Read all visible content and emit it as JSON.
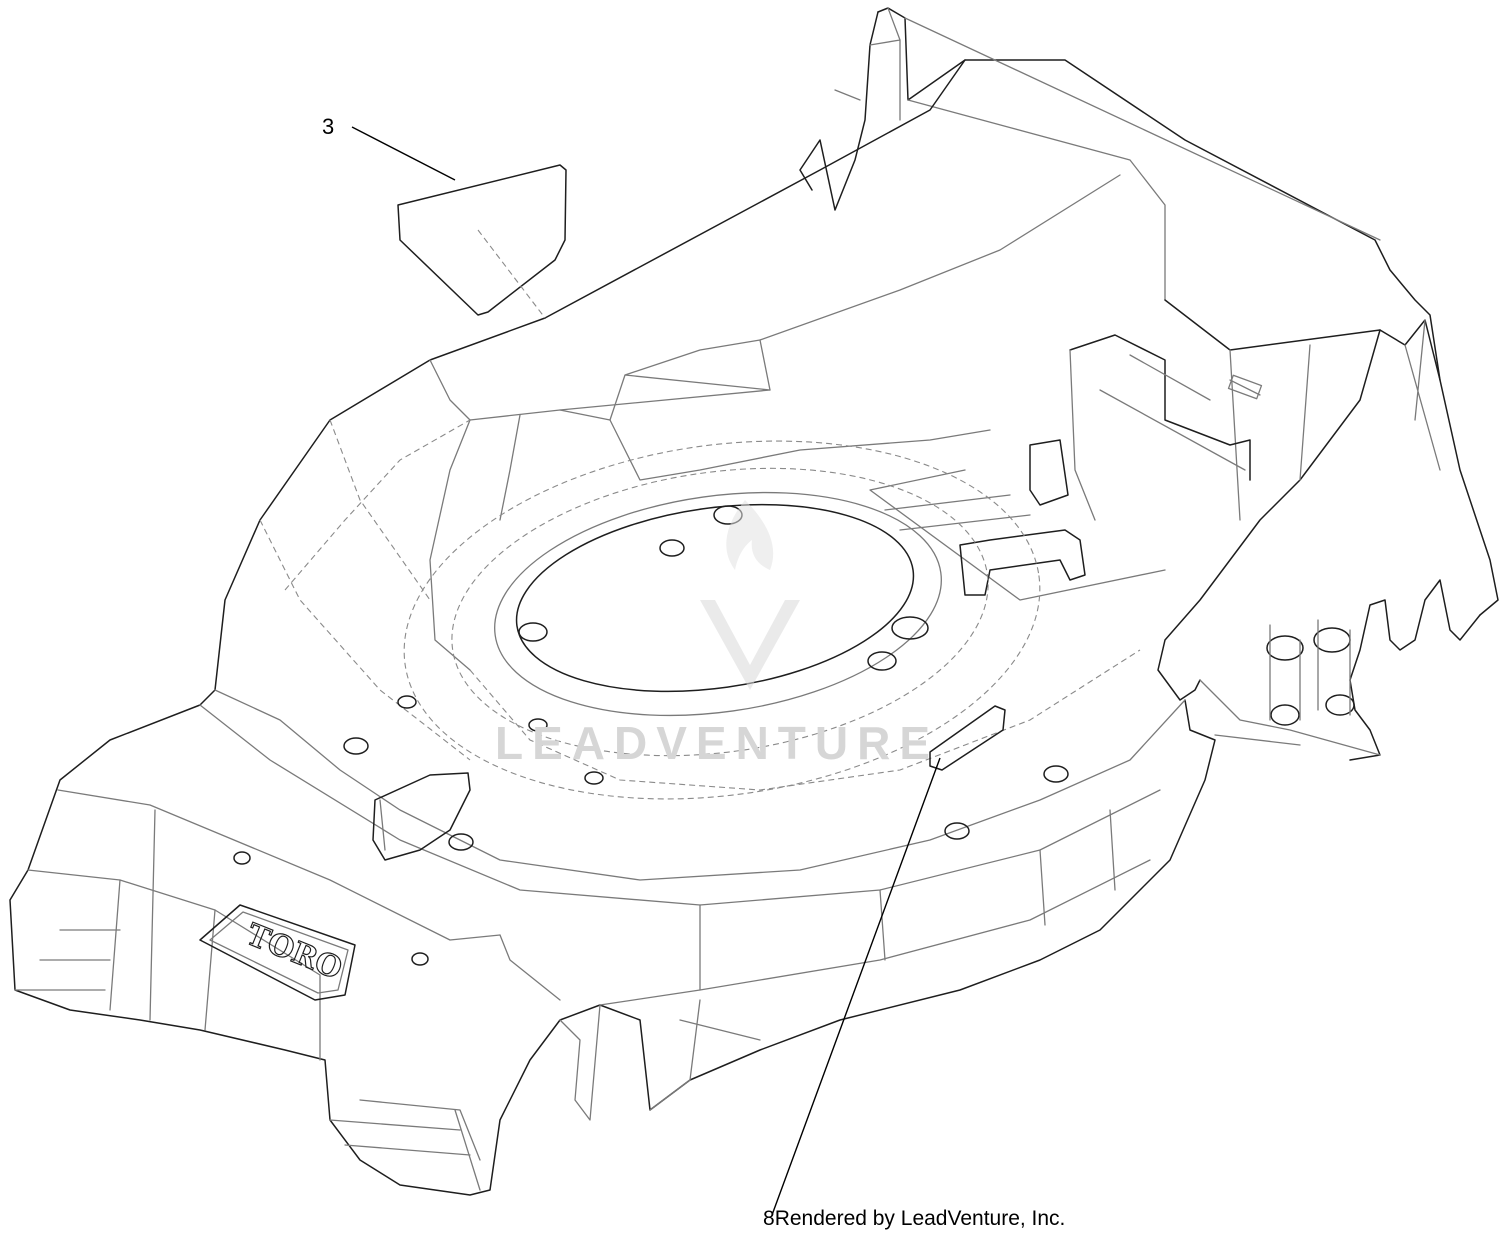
{
  "callouts": [
    {
      "id": "3",
      "text": "3"
    },
    {
      "id": "8",
      "text": "8"
    }
  ],
  "footer": {
    "credit": "Rendered by LeadVenture, Inc."
  },
  "watermark": {
    "text": "LEADVENTURE"
  },
  "logo": {
    "text": "TORO"
  },
  "colors": {
    "line": "#1e1e1e",
    "hidden_line": "#8a8a8a",
    "watermark": "#d6d6d6"
  }
}
